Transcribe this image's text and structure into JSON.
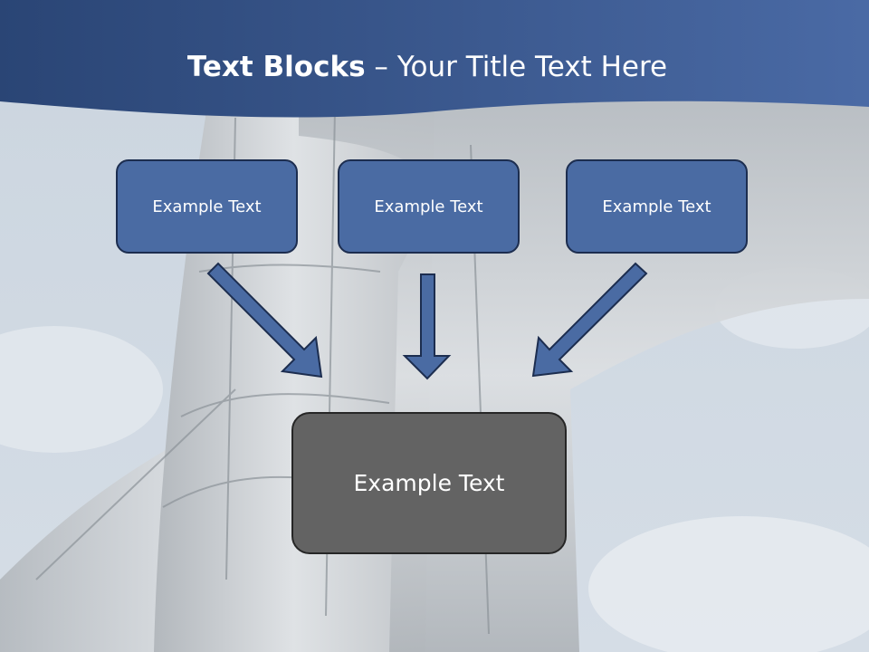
{
  "slide": {
    "title_bold": "Text Blocks",
    "title_dash": " – ",
    "title_rest": "Your Title Text Here"
  },
  "blocks": [
    {
      "label": "Example Text"
    },
    {
      "label": "Example Text"
    },
    {
      "label": "Example Text"
    }
  ],
  "target_block": {
    "label": "Example Text"
  },
  "colors": {
    "header_band": "#2d4a80",
    "block_fill": "#4a6ba3",
    "block_border": "#1c2d4f",
    "arrow_fill": "#4a6ba3",
    "target_fill": "#636363"
  },
  "background": {
    "image": "industrial-pipe-against-sky"
  }
}
